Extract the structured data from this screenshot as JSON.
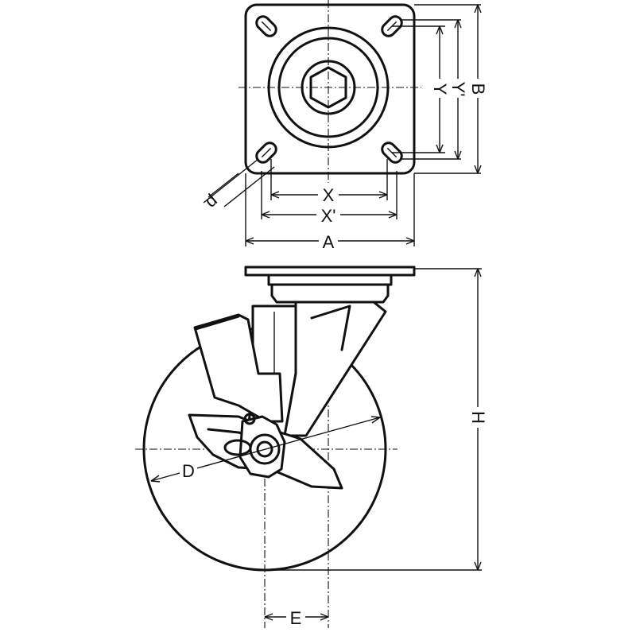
{
  "labels": {
    "a": "A",
    "b": "B",
    "x": "X",
    "x_prime": "X'",
    "y": "Y",
    "y_prime": "Y'",
    "d_small": "d",
    "d": "D",
    "h": "H",
    "e": "E"
  },
  "colors": {
    "line": "#111111",
    "background": "#ffffff"
  }
}
